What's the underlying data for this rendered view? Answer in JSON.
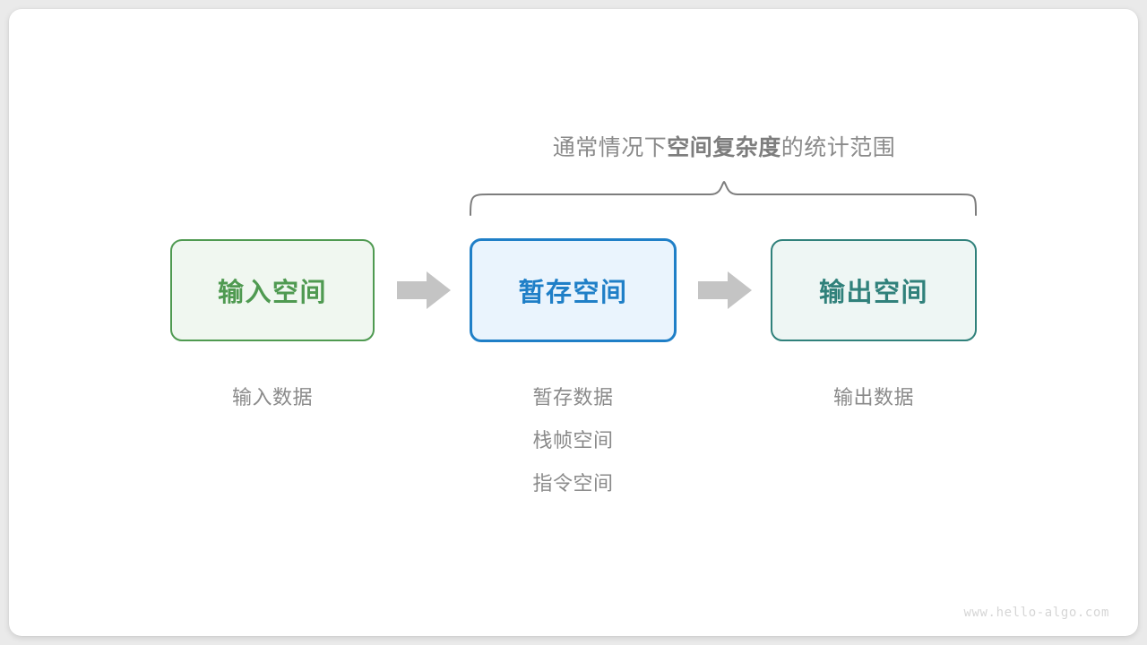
{
  "diagram": {
    "title_prefix": "通常情况下",
    "title_emphasis": "空间复杂度",
    "title_suffix": "的统计范围",
    "brace_label_full": "通常情况下空间复杂度的统计范围",
    "boxes": [
      {
        "id": "input-space",
        "label": "输入空间",
        "border_color": "#4f9a51",
        "fill_color": "#f0f7f0",
        "text_color": "#4f9a51",
        "captions": [
          "输入数据"
        ]
      },
      {
        "id": "buffer-space",
        "label": "暂存空间",
        "border_color": "#1f7fc7",
        "fill_color": "#eaf4fd",
        "text_color": "#1f7fc7",
        "captions": [
          "暂存数据",
          "栈帧空间",
          "指令空间"
        ]
      },
      {
        "id": "output-space",
        "label": "输出空间",
        "border_color": "#30817b",
        "fill_color": "#eef6f4",
        "text_color": "#30817b",
        "captions": [
          "输出数据"
        ]
      }
    ],
    "arrows": [
      {
        "id": "arrow-input-to-buffer",
        "name": "right-arrow-icon",
        "color": "#c4c4c4"
      },
      {
        "id": "arrow-buffer-to-output",
        "name": "right-arrow-icon",
        "color": "#c4c4c4"
      }
    ],
    "brace": {
      "color": "#7d7d7d",
      "covers": [
        "buffer-space",
        "output-space"
      ]
    },
    "watermark": "www.hello-algo.com",
    "colors": {
      "background": "#eaeaea",
      "card": "#ffffff",
      "caption_text": "#8a8a8a",
      "watermark_text": "#d6d6d6"
    }
  }
}
